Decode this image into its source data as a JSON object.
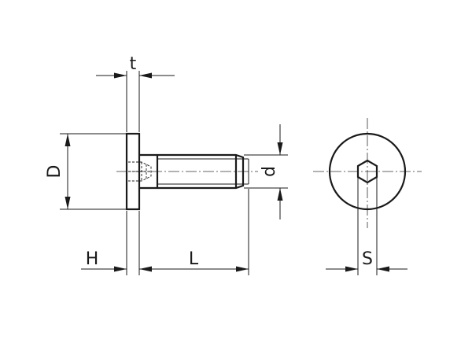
{
  "drawing": {
    "type": "engineering drawing of a hex socket flat head bolt (front and end view)",
    "dimensions": {
      "thickness": "t",
      "diameter_head": "D",
      "diameter_thread": "d",
      "height": "H",
      "length": "L",
      "socket_size": "S"
    }
  }
}
